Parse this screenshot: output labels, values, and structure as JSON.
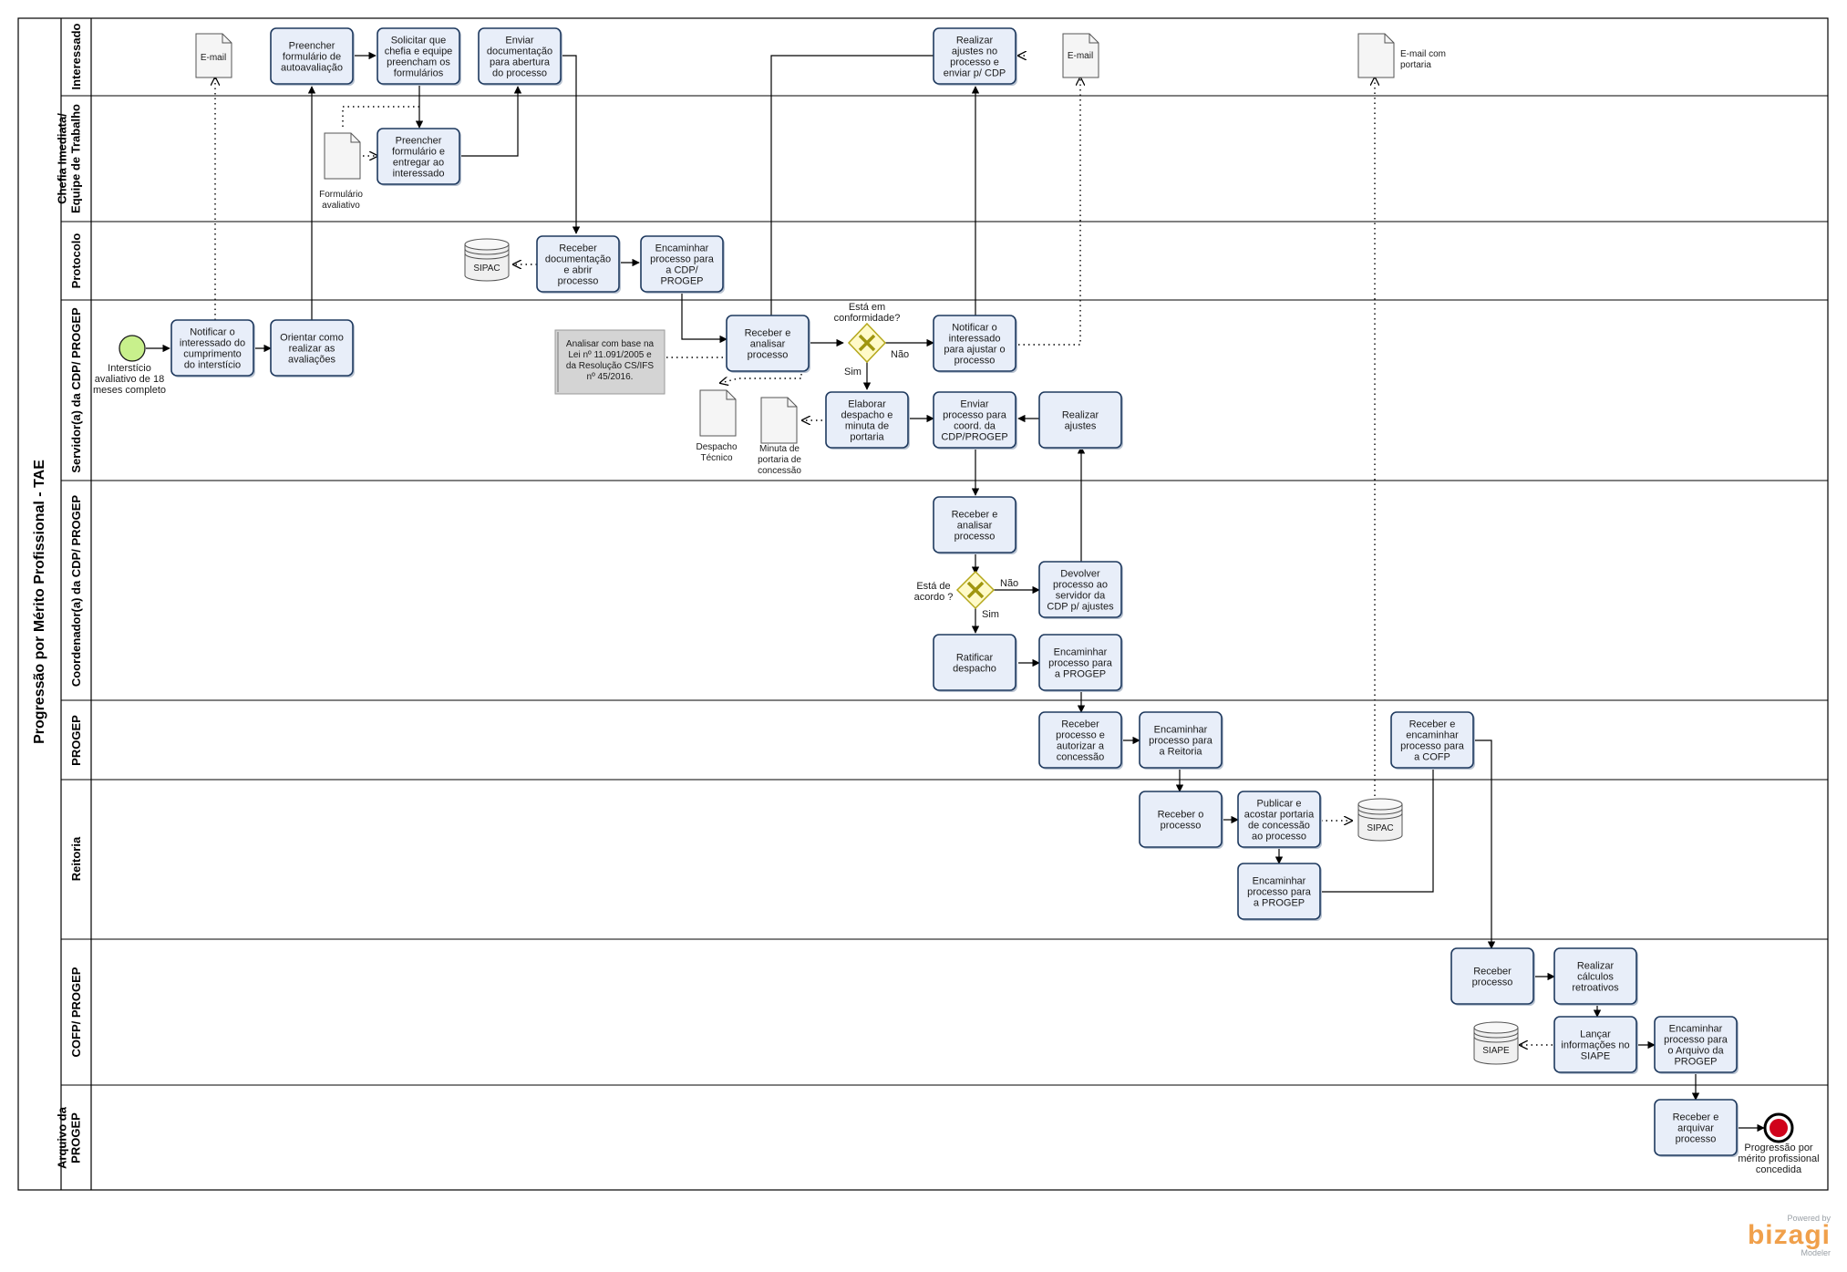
{
  "pool": {
    "title": "Progressão por Mérito Profissional - TAE"
  },
  "lanes": [
    {
      "id": "interessado",
      "label": "Interessado"
    },
    {
      "id": "chefia",
      "label": "Chefia Imediata/\nEquipe de Trabalho"
    },
    {
      "id": "protocolo",
      "label": "Protocolo"
    },
    {
      "id": "servidor",
      "label": "Servidor(a) da CDP/ PROGEP"
    },
    {
      "id": "coordenador",
      "label": "Coordenador(a) da CDP/ PROGEP"
    },
    {
      "id": "progep",
      "label": "PROGEP"
    },
    {
      "id": "reitoria",
      "label": "Reitoria"
    },
    {
      "id": "cofp",
      "label": "COFP/ PROGEP"
    },
    {
      "id": "arquivo",
      "label": "Arquivo da\nPROGEP"
    }
  ],
  "tasks": [
    {
      "id": "t_preencher_auto",
      "label": "Preencher\nformulário de\nautoavaliação"
    },
    {
      "id": "t_solicitar",
      "label": "Solicitar que\nchefia e equipe\npreencham os\nformulários"
    },
    {
      "id": "t_enviar_doc",
      "label": "Enviar\ndocumentação\npara abertura\ndo processo"
    },
    {
      "id": "t_realizar_ajustes_int",
      "label": "Realizar\najustes no\nprocesso e\nenviar p/ CDP"
    },
    {
      "id": "t_preencher_form",
      "label": "Preencher\nformulário e\nentregar ao\ninteressado"
    },
    {
      "id": "t_receber_doc",
      "label": "Receber\ndocumentação\ne abrir\nprocesso"
    },
    {
      "id": "t_encaminhar_cdp",
      "label": "Encaminhar\nprocesso para\na CDP/\nPROGEP"
    },
    {
      "id": "t_notificar_inter",
      "label": "Notificar o\ninteressado do\ncumprimento\ndo interstício"
    },
    {
      "id": "t_orientar",
      "label": "Orientar como\nrealizar as\navaliações"
    },
    {
      "id": "t_receber_analisar",
      "label": "Receber e\nanalisar\nprocesso"
    },
    {
      "id": "t_notificar_ajustar",
      "label": "Notificar o\ninteressado\npara ajustar o\nprocesso"
    },
    {
      "id": "t_elaborar",
      "label": "Elaborar\ndespacho e\nminuta de\nportaria"
    },
    {
      "id": "t_enviar_coord",
      "label": "Enviar\nprocesso para\ncoord. da\nCDP/PROGEP"
    },
    {
      "id": "t_realizar_ajustes",
      "label": "Realizar\najustes"
    },
    {
      "id": "t_coord_receber",
      "label": "Receber e\nanalisar\nprocesso"
    },
    {
      "id": "t_devolver",
      "label": "Devolver\nprocesso ao\nservidor da\nCDP p/ ajustes"
    },
    {
      "id": "t_ratificar",
      "label": "Ratificar\ndespacho"
    },
    {
      "id": "t_enc_progep",
      "label": "Encaminhar\nprocesso para\na PROGEP"
    },
    {
      "id": "t_receber_autorizar",
      "label": "Receber\nprocesso e\nautorizar a\nconcessão"
    },
    {
      "id": "t_enc_reitoria",
      "label": "Encaminhar\nprocesso para\na Reitoria"
    },
    {
      "id": "t_receber_enc_cofp",
      "label": "Receber e\nencaminhar\nprocesso para\na COFP"
    },
    {
      "id": "t_reitoria_receber",
      "label": "Receber o\nprocesso"
    },
    {
      "id": "t_publicar",
      "label": "Publicar e\nacostar portaria\nde concessão\nao processo"
    },
    {
      "id": "t_reit_enc_progep",
      "label": "Encaminhar\nprocesso para\na PROGEP"
    },
    {
      "id": "t_cofp_receber",
      "label": "Receber\nprocesso"
    },
    {
      "id": "t_calculos",
      "label": "Realizar\ncálculos\nretroativos"
    },
    {
      "id": "t_lancar",
      "label": "Lançar\ninformações no\nSIAPE"
    },
    {
      "id": "t_enc_arquivo",
      "label": "Encaminhar\nprocesso para\no Arquivo da\nPROGEP"
    },
    {
      "id": "t_arquivar",
      "label": "Receber e\narquivar\nprocesso"
    }
  ],
  "gateways": [
    {
      "id": "g_conformidade",
      "question": "Está em\nconformidade?",
      "yes": "Sim",
      "no": "Não"
    },
    {
      "id": "g_acordo",
      "question": "Está de\nacordo ?",
      "yes": "Sim",
      "no": "Não"
    }
  ],
  "events": {
    "start": {
      "label": "Interstício\navaliativo de 18\nmeses completo"
    },
    "end": {
      "label": "Progressão por\nmérito profissional\nconcedida"
    }
  },
  "artifacts": {
    "email1": "E-mail",
    "email2": "E-mail",
    "email_portaria": "E-mail com\nportaria",
    "formulario": "Formulário\navaliativo",
    "sipac1": "SIPAC",
    "sipac2": "SIPAC",
    "siape": "SIAPE",
    "despacho": "Despacho\nTécnico",
    "minuta": "Minuta de\nportaria de\nconcessão",
    "annotation": "Analisar com base na\nLei nº 11.091/2005 e\nda Resolução CS/IFS\nnº 45/2016."
  },
  "brand": {
    "powered": "Powered by",
    "name": "bizagi",
    "product": "Modeler"
  },
  "colors": {
    "task_fill": "#e8eef9",
    "task_stroke": "#1f3a5f",
    "gateway_fill": "#fffac8",
    "gateway_stroke": "#b5a81c",
    "start_fill": "#c8f08c",
    "end_fill": "#d0021b",
    "annotation_fill": "#d4d4d4"
  }
}
